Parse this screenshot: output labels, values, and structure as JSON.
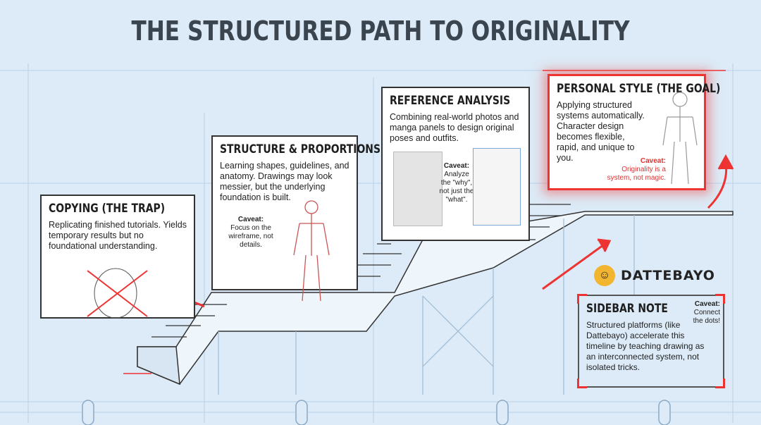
{
  "title": "THE STRUCTURED PATH TO ORIGINALITY",
  "steps": [
    {
      "heading": "COPYING (THE TRAP)",
      "body": "Replicating finished tutorials. Yields temporary results but no foundational understanding."
    },
    {
      "heading": "STRUCTURE & PROPORTIONS",
      "body": "Learning shapes, guidelines, and anatomy. Drawings may look messier, but the underlying foundation is built.",
      "caveat_label": "Caveat:",
      "caveat_text": "Focus on the wireframe, not details."
    },
    {
      "heading": "REFERENCE ANALYSIS",
      "body": "Combining real-world photos and manga panels to design original poses and outfits.",
      "caveat_label": "Caveat:",
      "caveat_text": "Analyze the \"why\", not just the \"what\"."
    },
    {
      "heading": "PERSONAL STYLE (THE GOAL)",
      "body": "Applying structured systems automatically. Character design becomes flexible, rapid, and unique to you.",
      "caveat_label": "Caveat:",
      "caveat_text": "Originality is a system, not magic."
    }
  ],
  "logo": {
    "brand": "DATTEBAYO"
  },
  "sidebar": {
    "heading": "SIDEBAR NOTE",
    "body": "Structured platforms (like Dattebayo) accelerate this timeline by teaching drawing as an interconnected system, not isolated tricks.",
    "caveat_label": "Caveat:",
    "caveat_text": "Connect the dots!"
  },
  "colors": {
    "accent": "#e33333",
    "background": "#dcebf7",
    "title": "#3b4550"
  }
}
